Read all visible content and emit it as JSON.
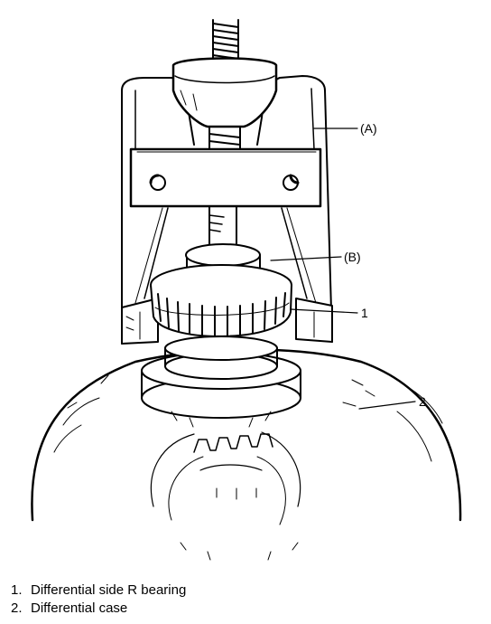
{
  "callouts": {
    "a": "(A)",
    "b": "(B)",
    "one": "1",
    "two": "2"
  },
  "legend": [
    {
      "number": "1.",
      "text": "Differential side R bearing"
    },
    {
      "number": "2.",
      "text": "Differential case"
    }
  ]
}
